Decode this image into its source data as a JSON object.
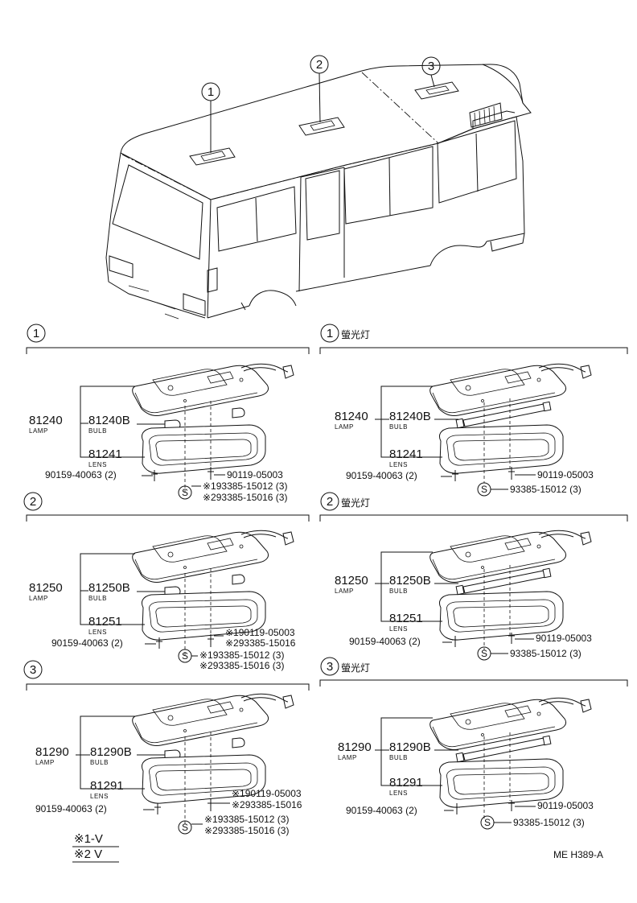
{
  "locator": {
    "callouts": [
      "1",
      "2",
      "3"
    ]
  },
  "sections": [
    {
      "id": "left-1",
      "num": "1",
      "title": "",
      "lamp_no": "81240",
      "lamp_label": "LAMP",
      "bulb_no": "81240B",
      "bulb_label": "BULB",
      "lens_no": "81241",
      "lens_label": "LENS",
      "bolt_no": "90159-40063 (2)",
      "screws": [
        "90119-05003",
        "※193385-15012 (3)",
        "※293385-15016 (3)"
      ]
    },
    {
      "id": "right-1",
      "num": "1",
      "title": "螢光灯",
      "lamp_no": "81240",
      "lamp_label": "LAMP",
      "bulb_no": "81240B",
      "bulb_label": "BULB",
      "lens_no": "81241",
      "lens_label": "LENS",
      "bolt_no": "90159-40063 (2)",
      "screws": [
        "90119-05003",
        "93385-15012 (3)"
      ]
    },
    {
      "id": "left-2",
      "num": "2",
      "title": "",
      "lamp_no": "81250",
      "lamp_label": "LAMP",
      "bulb_no": "81250B",
      "bulb_label": "BULB",
      "lens_no": "81251",
      "lens_label": "LENS",
      "bolt_no": "90159-40063 (2)",
      "screws": [
        "※190119-05003",
        "※293385-15016",
        "※193385-15012 (3)",
        "※293385-15016 (3)"
      ]
    },
    {
      "id": "right-2",
      "num": "2",
      "title": "螢光灯",
      "lamp_no": "81250",
      "lamp_label": "LAMP",
      "bulb_no": "81250B",
      "bulb_label": "BULB",
      "lens_no": "81251",
      "lens_label": "LENS",
      "bolt_no": "90159-40063 (2)",
      "screws": [
        "90119-05003",
        "93385-15012 (3)"
      ]
    },
    {
      "id": "left-3",
      "num": "3",
      "title": "",
      "lamp_no": "81290",
      "lamp_label": "LAMP",
      "bulb_no": "81290B",
      "bulb_label": "BULB",
      "lens_no": "81291",
      "lens_label": "LENS",
      "bolt_no": "90159-40063 (2)",
      "screws": [
        "※190119-05003",
        "※293385-15016",
        "※193385-15012 (3)",
        "※293385-15016 (3)"
      ]
    },
    {
      "id": "right-3",
      "num": "3",
      "title": "螢光灯",
      "lamp_no": "81290",
      "lamp_label": "LAMP",
      "bulb_no": "81290B",
      "bulb_label": "BULB",
      "lens_no": "81291",
      "lens_label": "LENS",
      "bolt_no": "90159-40063 (2)",
      "screws": [
        "90119-05003",
        "93385-15012 (3)"
      ]
    }
  ],
  "legend": {
    "line1": "※1-V",
    "line2": "※2  V"
  },
  "screw_symbol": "S",
  "figure_code": "ME H389-A"
}
